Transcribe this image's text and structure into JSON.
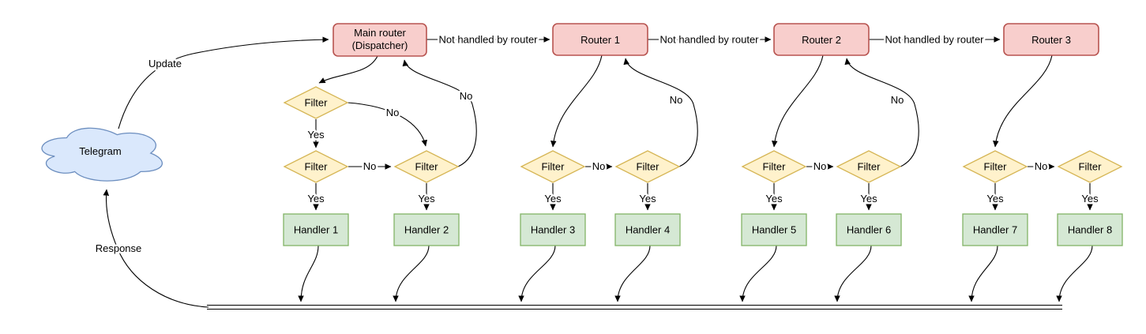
{
  "diagram": {
    "telegram_cloud": {
      "label": "Telegram"
    },
    "routers": {
      "main": {
        "line1": "Main router",
        "line2": "(Dispatcher)"
      },
      "r1": {
        "label": "Router 1"
      },
      "r2": {
        "label": "Router 2"
      },
      "r3": {
        "label": "Router 3"
      }
    },
    "filter_label": "Filter",
    "handlers": [
      "Handler 1",
      "Handler 2",
      "Handler 3",
      "Handler 4",
      "Handler 5",
      "Handler 6",
      "Handler 7",
      "Handler 8"
    ],
    "edge_labels": {
      "update": "Update",
      "response": "Response",
      "not_handled_by_router": "Not handled by router",
      "yes": "Yes",
      "no": "No"
    },
    "colors": {
      "router_fill": "#f8cecc",
      "router_stroke": "#b85450",
      "filter_fill": "#fff2cc",
      "filter_stroke": "#d6b656",
      "handler_fill": "#d5e8d4",
      "handler_stroke": "#82b366",
      "cloud_fill": "#dae8fc",
      "cloud_stroke": "#6c8ebf",
      "edge_color": "#000000",
      "background": "#ffffff"
    }
  }
}
